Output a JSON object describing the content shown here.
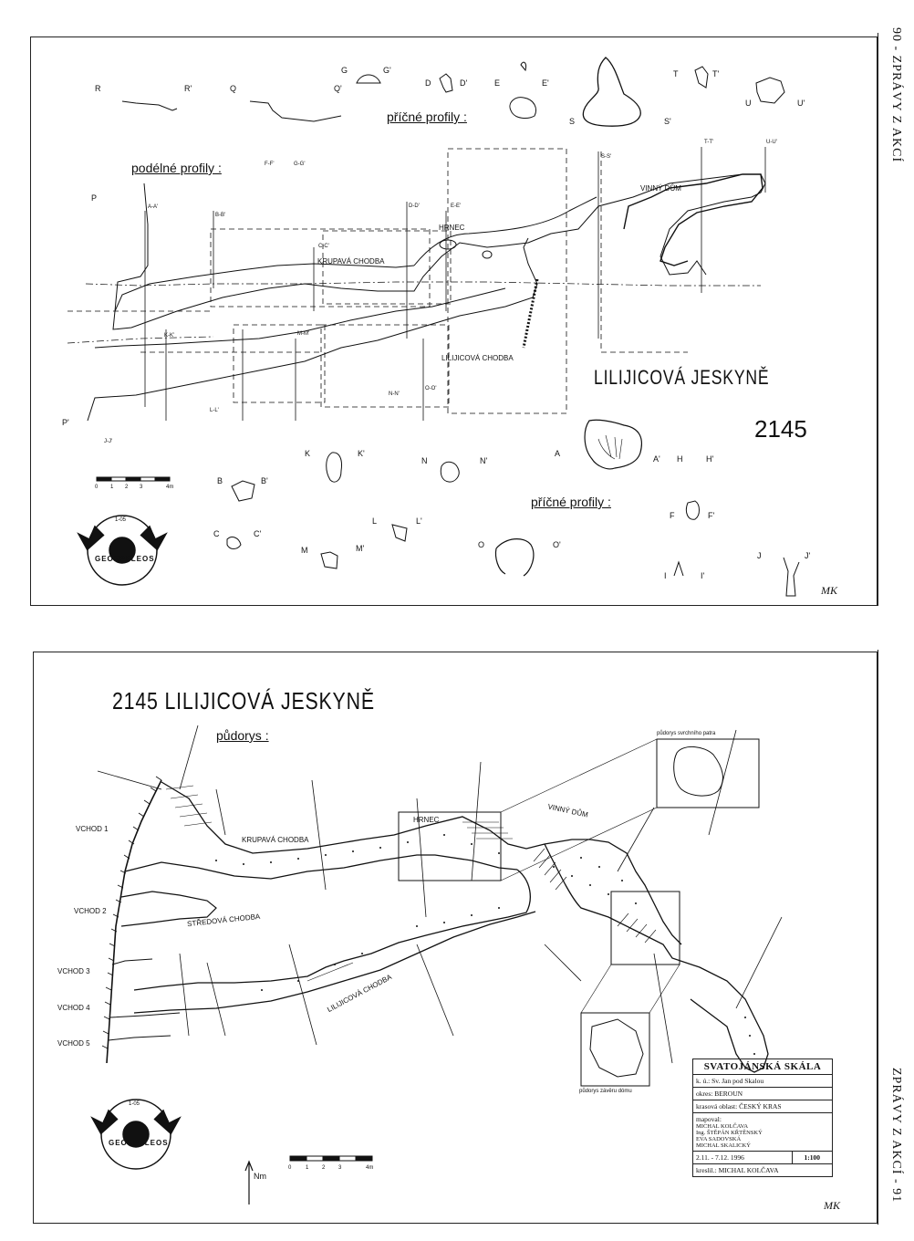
{
  "margins": {
    "top_right": "90 - ZPRÁVY Z AKCÍ",
    "bottom_right": "ZPRÁVY Z AKCÍ - 91"
  },
  "top_map": {
    "title": "LILIJICOVÁ JESKYNĚ",
    "cave_number": "2145",
    "heading_cross": "příčné profily :",
    "heading_longitudinal": "podélné profily :",
    "heading_cross_2": "příčné profily :",
    "areas": {
      "hrnec": "HRNEC",
      "vinny_dom": "VINNÝ DŮM",
      "krupava": "KRUPAVÁ CHODBA",
      "lilijicova": "LILIJICOVÁ CHODBA"
    },
    "profile_letters": [
      "R",
      "R'",
      "Q",
      "Q'",
      "G",
      "G'",
      "D",
      "D'",
      "E",
      "E'",
      "S",
      "S'",
      "T",
      "T'",
      "U",
      "U'",
      "P",
      "P'",
      "A",
      "A'",
      "H",
      "H'",
      "K",
      "K'",
      "N",
      "N'",
      "B",
      "B'",
      "F",
      "F'",
      "C",
      "C'",
      "L",
      "L'",
      "M",
      "M'",
      "O",
      "O'",
      "J",
      "J'",
      "I",
      "I'"
    ],
    "section_labels": [
      "A-A'",
      "B-B'",
      "C-C'",
      "D-D'",
      "E-E'",
      "S-S'",
      "T-T'",
      "U-U'",
      "K-K'",
      "M-M'",
      "L-L'",
      "N-N'",
      "O-O'",
      "J-J'",
      "F-F'",
      "G-G'"
    ],
    "signature": "MK"
  },
  "bottom_map": {
    "title": "2145  LILIJICOVÁ  JESKYNĚ",
    "plan_heading": "půdorys :",
    "upper_floor_note": "půdorys svrchního patra",
    "end_dome_note": "půdorys závěru dómu",
    "areas": {
      "hrnec": "HRNEC",
      "vinny_dom": "VINNÝ DŮM",
      "krupava": "KRUPAVÁ CHODBA",
      "stredova": "STŘEDOVÁ CHODBA",
      "lilijicova": "LILIJICOVÁ CHODBA"
    },
    "entrances": [
      "VCHOD 1",
      "VCHOD 2",
      "VCHOD 3",
      "VCHOD 4",
      "VCHOD 5"
    ],
    "north_label": "Nm",
    "signature": "MK"
  },
  "scale_bar": {
    "ticks": [
      "0",
      "1",
      "2",
      "3",
      "4m"
    ]
  },
  "logo": {
    "text": "GEOSPELEOS",
    "code": "1-05"
  },
  "legend": {
    "locality": "SVATOJÁNSKÁ SKÁLA",
    "ku": "k. ú.: Sv. Jan pod Skalou",
    "okres": "okres: BEROUN",
    "oblast": "krasová oblast: ČESKÝ KRAS",
    "mapoval_label": "mapoval:",
    "mappers": [
      "MICHAL KOLČAVA",
      "Ing. ŠTĚPÁN KŘTĚNSKÝ",
      "EVA SADOVSKÁ",
      "MICHAL SKALICKÝ"
    ],
    "dates": "2.11. - 7.12. 1996",
    "scale": "1:100",
    "drawn": "kreslil.: MICHAL KOLČAVA"
  },
  "colors": {
    "ink": "#111111",
    "paper": "#ffffff"
  }
}
